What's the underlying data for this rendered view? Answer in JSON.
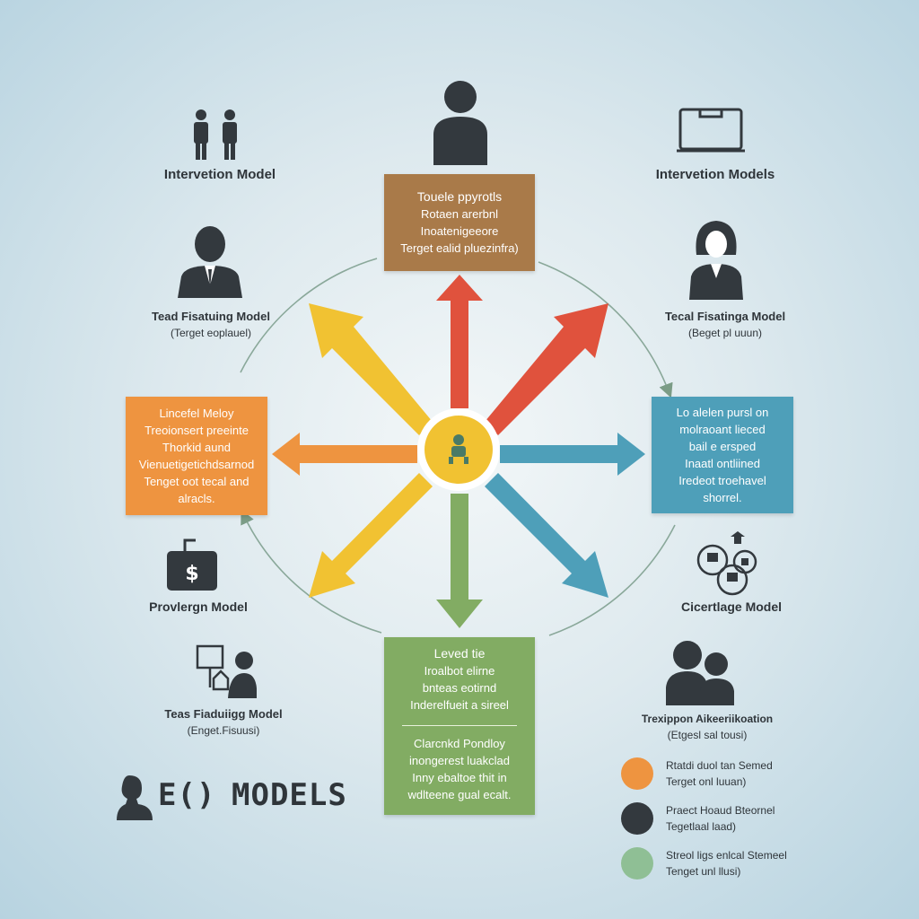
{
  "colors": {
    "brown": "#a97a49",
    "orange": "#ee9440",
    "blue": "#4e9fb9",
    "green": "#82ac63",
    "red": "#e0523d",
    "yellow": "#f1c232",
    "teal": "#4892ad",
    "dark": "#33393e",
    "sage": "#8fbf95"
  },
  "labels": {
    "top_left": "Intervetion Model",
    "top_right": "Intervetion Models",
    "mid_left_title": "Tead Fisatuing Model",
    "mid_left_sub": "(Terget eoplauel)",
    "mid_right_title": "Tecal Fisatinga Model",
    "mid_right_sub": "(Beget pl uuun)",
    "low_left": "Provlergn Model",
    "low_right": "Cicertlage Model",
    "bottom_left_title": "Teas Fiaduiigg Model",
    "bottom_left_sub": "(Enget.Fisuusi)",
    "bottom_right_title": "Trexippon Aikeeriikoation",
    "bottom_right_sub": "(Etgesl sal tousi)"
  },
  "boxes": {
    "top": [
      "Touele ppyrotls",
      "Rotaen arerbnl",
      "Inoatenigeeore",
      "Terget ealid pluezinfra)"
    ],
    "left": [
      "Lincefel Meloy",
      "Treoionsert preeinte",
      "Thorkid aund",
      "Vienuetigetichdsarnod",
      "Tenget oot tecal and",
      "alracls."
    ],
    "right": [
      "Lo alelen pursl on",
      "molraoant lieced",
      "bail e ersped",
      "Inaatl ontliined",
      "Iredeot troehavel",
      "shorrel."
    ],
    "bottom_top": [
      "Leved tie",
      "Iroalbot elirne",
      "bnteas eotirnd",
      "Inderelfueit a sireel"
    ],
    "bottom_bottom": [
      "Clarcnkd Pondloy",
      "inongerest luakclad",
      "Inny ebaltoe thit in",
      "wdlteene gual ecalt."
    ]
  },
  "legend": [
    {
      "color": "orange",
      "line1": "Rtatdi duol tan Semed",
      "line2": "Terget onl luuan)"
    },
    {
      "color": "dark",
      "line1": "Praect Hoaud Bteornel",
      "line2": "Tegetlaal laad)"
    },
    {
      "color": "sage",
      "line1": "Streol ligs enlcal Stemeel",
      "line2": "Tenget unl llusi)"
    }
  ],
  "footer": {
    "prefix": "E()",
    "title": "MODELS"
  }
}
